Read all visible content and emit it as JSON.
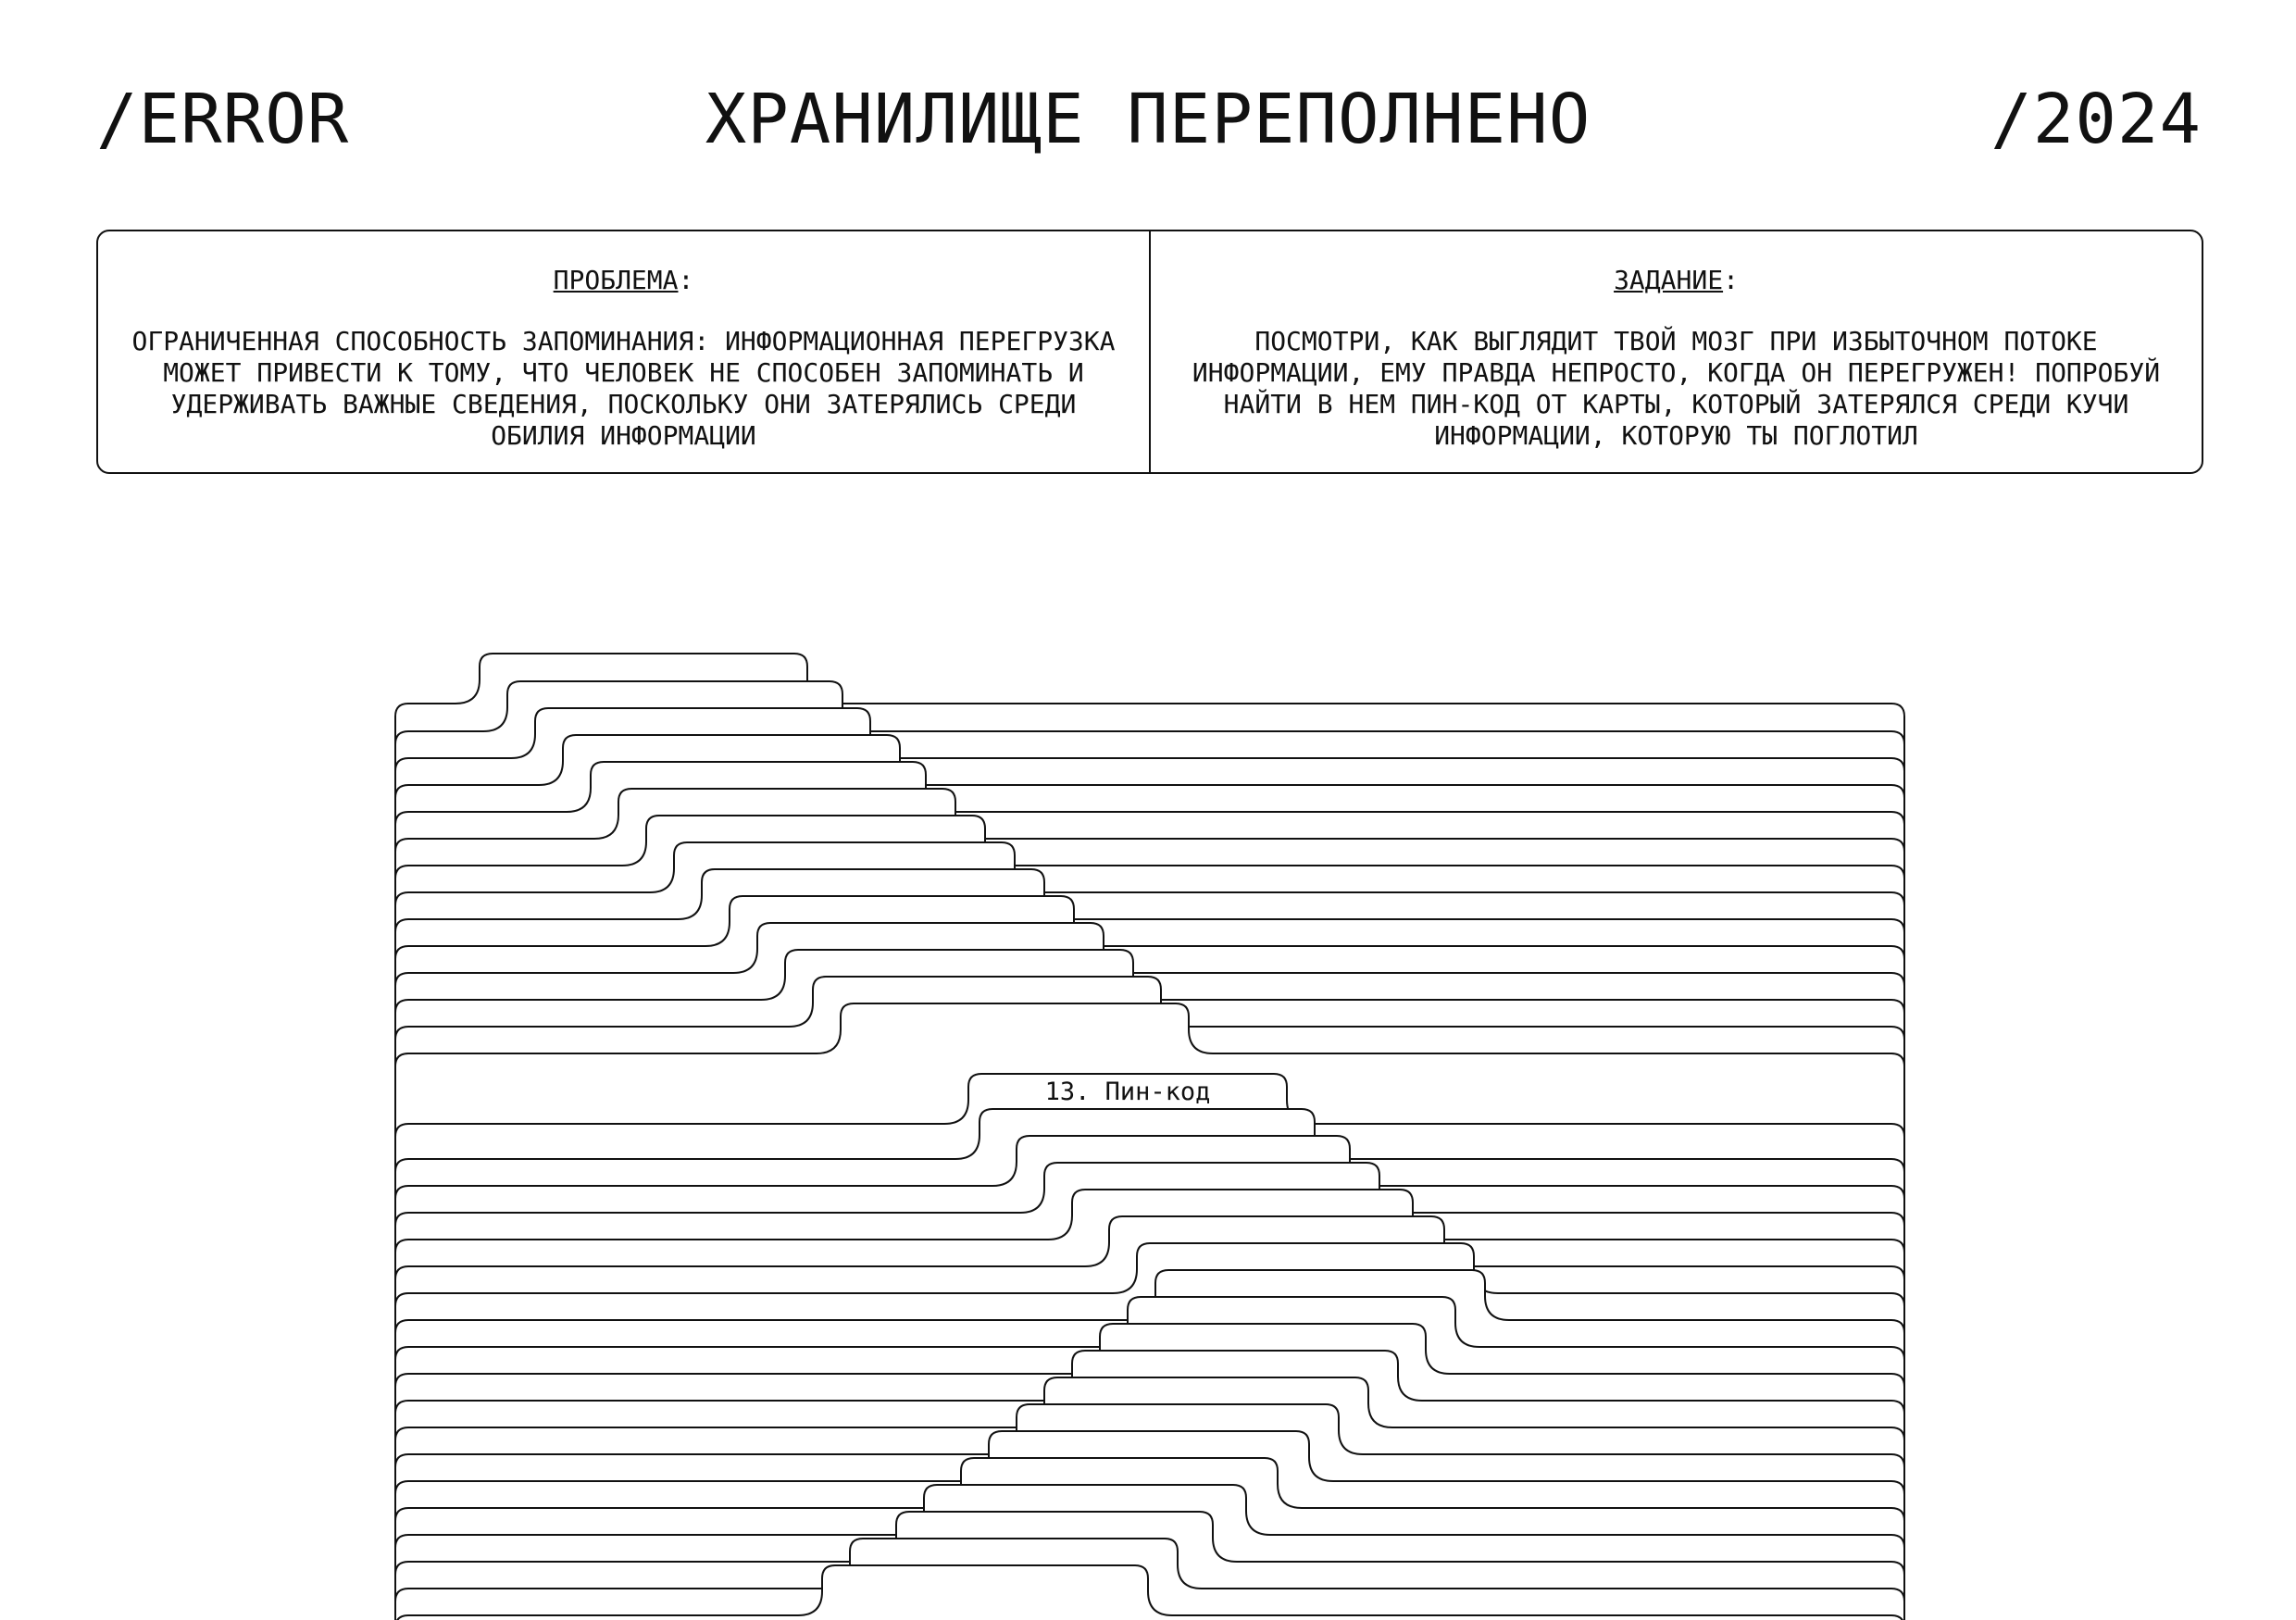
{
  "header": {
    "left": "/ERROR",
    "title": "ХРАНИЛИЩЕ ПЕРЕПОЛНЕНО",
    "right": "/2024"
  },
  "problem": {
    "heading": "ПРОБЛЕМА",
    "text": "ОГРАНИЧЕННАЯ СПОСОБНОСТЬ ЗАПОМИНАНИЯ: ИНФОРМАЦИОННАЯ ПЕРЕГРУЗКА МОЖЕТ ПРИВЕСТИ К ТОМУ, ЧТО ЧЕЛОВЕК НЕ СПОСОБЕН ЗАПОМИНАТЬ И УДЕРЖИВАТЬ ВАЖНЫЕ СВЕДЕНИЯ, ПОСКОЛЬКУ ОНИ ЗАТЕРЯЛИСЬ СРЕДИ ОБИЛИЯ ИНФОРМАЦИИ"
  },
  "task": {
    "heading": "ЗАДАНИЕ",
    "text": "ПОСМОТРИ, КАК ВЫГЛЯДИТ ТВОЙ МОЗГ ПРИ ИЗБЫТОЧНОМ ПОТОКЕ ИНФОРМАЦИИ, ЕМУ ПРАВДА НЕПРОСТО, КОГДА ОН ПЕРЕГРУЖЕН! ПОПРОБУЙ НАЙТИ В НЕМ ПИН-КОД ОТ КАРТЫ, КОТОРЫЙ ЗАТЕРЯЛСЯ СРЕДИ КУЧИ ИНФОРМАЦИИ, КОТОРУЮ ТЫ ПОГЛОТИЛ"
  },
  "folders": {
    "highlighted_tab": "13. Пин-код",
    "stroke_color": "#111111",
    "fill_color": "#ffffff"
  }
}
